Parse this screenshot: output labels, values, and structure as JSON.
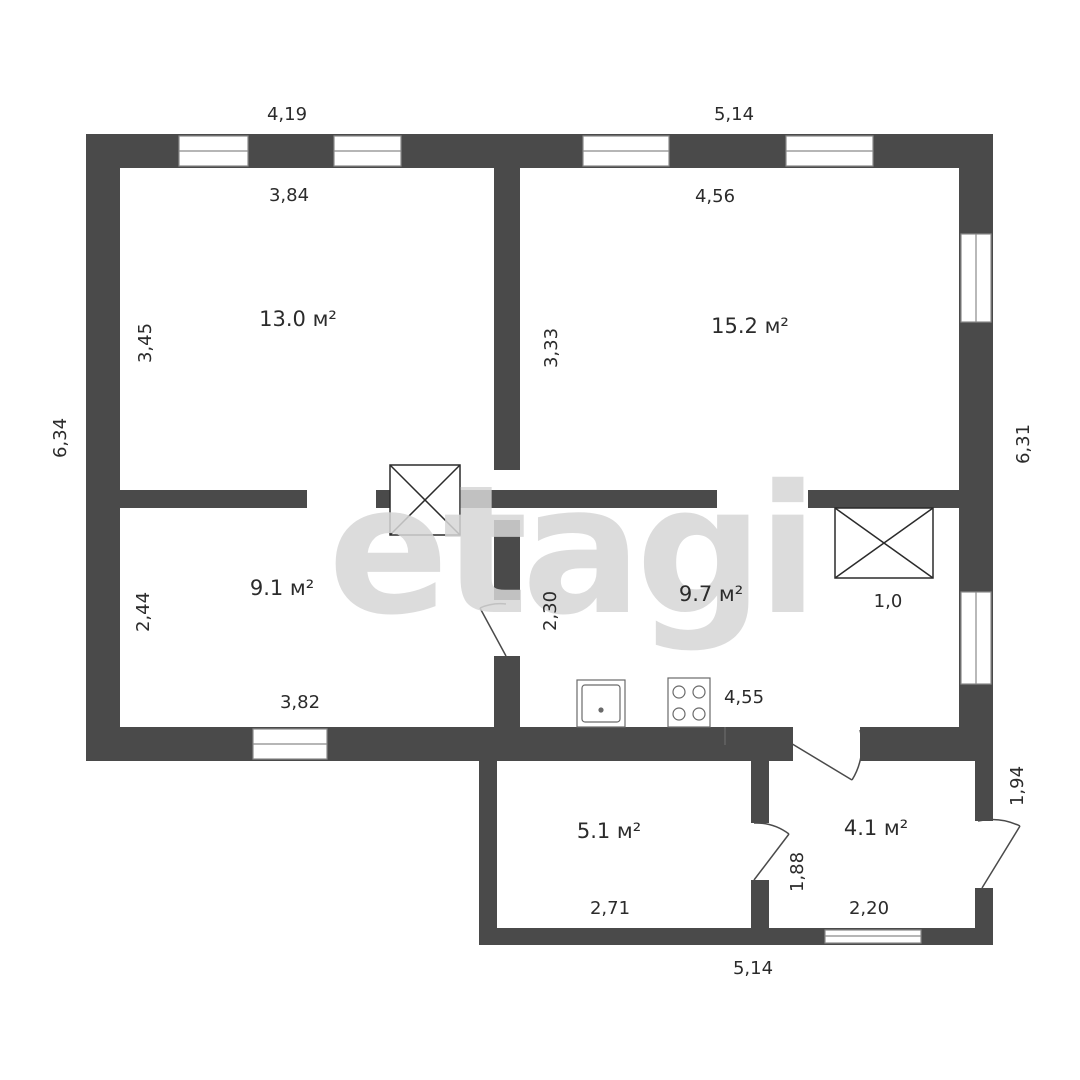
{
  "watermark": "etagi",
  "rooms": [
    {
      "id": "bedroom-1",
      "area": "13.0 м²"
    },
    {
      "id": "bedroom-2",
      "area": "15.2 м²"
    },
    {
      "id": "room-3",
      "area": "9.1 м²"
    },
    {
      "id": "kitchen",
      "area": "9.7 м²"
    },
    {
      "id": "storage",
      "area": "5.1 м²"
    },
    {
      "id": "hall",
      "area": "4.1 м²"
    }
  ],
  "dimensions": {
    "outer_top_left": "4,19",
    "outer_top_right": "5,14",
    "outer_left": "6,34",
    "outer_right": "6,31",
    "outer_bottom": "5,14",
    "outer_right_lower": "1,94",
    "bedroom1_width": "3,84",
    "bedroom1_height": "3,45",
    "bedroom2_width": "4,56",
    "bedroom2_height": "3,33",
    "room3_height": "2,44",
    "room3_width": "3,82",
    "kitchen_height": "2,30",
    "kitchen_width": "4,55",
    "shaft_label": "1,0",
    "storage_width": "2,71",
    "hall_height": "1,88",
    "hall_width": "2,20"
  },
  "colors": {
    "wall": "#4a4a4a",
    "watermark": "#d6d6d6",
    "text": "#2b2b2b"
  }
}
